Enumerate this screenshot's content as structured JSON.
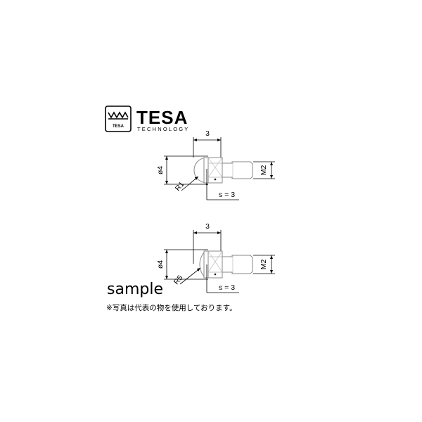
{
  "logo": {
    "word": "TESA",
    "tagline": "TECHNOLOGY",
    "emblem_text": "TESA",
    "emblem_icon": "tesa-crown-icon"
  },
  "drawings": [
    {
      "length_label": "3",
      "diameter_label": "ø4",
      "radius_label": "R1",
      "thread_label": "M2",
      "wrench_label": "s = 3"
    },
    {
      "length_label": "3",
      "diameter_label": "ø4",
      "radius_label": "R5",
      "thread_label": "M2",
      "wrench_label": "s = 3"
    }
  ],
  "caption": {
    "sample": "sample",
    "note": "※写真は代表の物を使用しております。"
  }
}
